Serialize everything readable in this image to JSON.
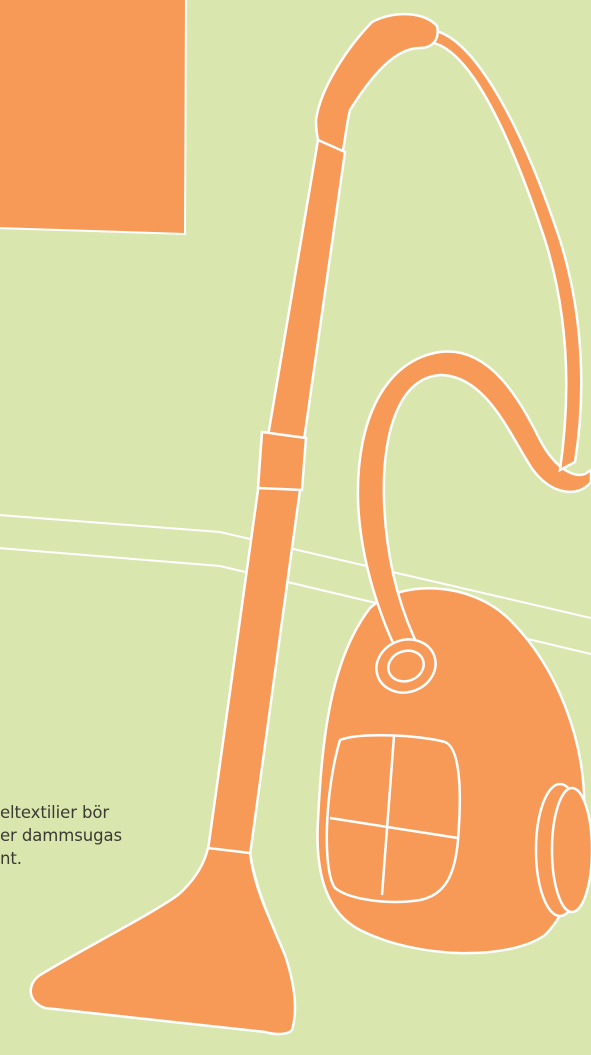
{
  "scene": {
    "colors": {
      "background": "#d9e6ae",
      "accent": "#f79a58",
      "outline": "#ffffff",
      "text": "#3a3a33"
    },
    "caption_lines": [
      "eltextilier bör",
      "er dammsugas",
      "nt."
    ]
  }
}
